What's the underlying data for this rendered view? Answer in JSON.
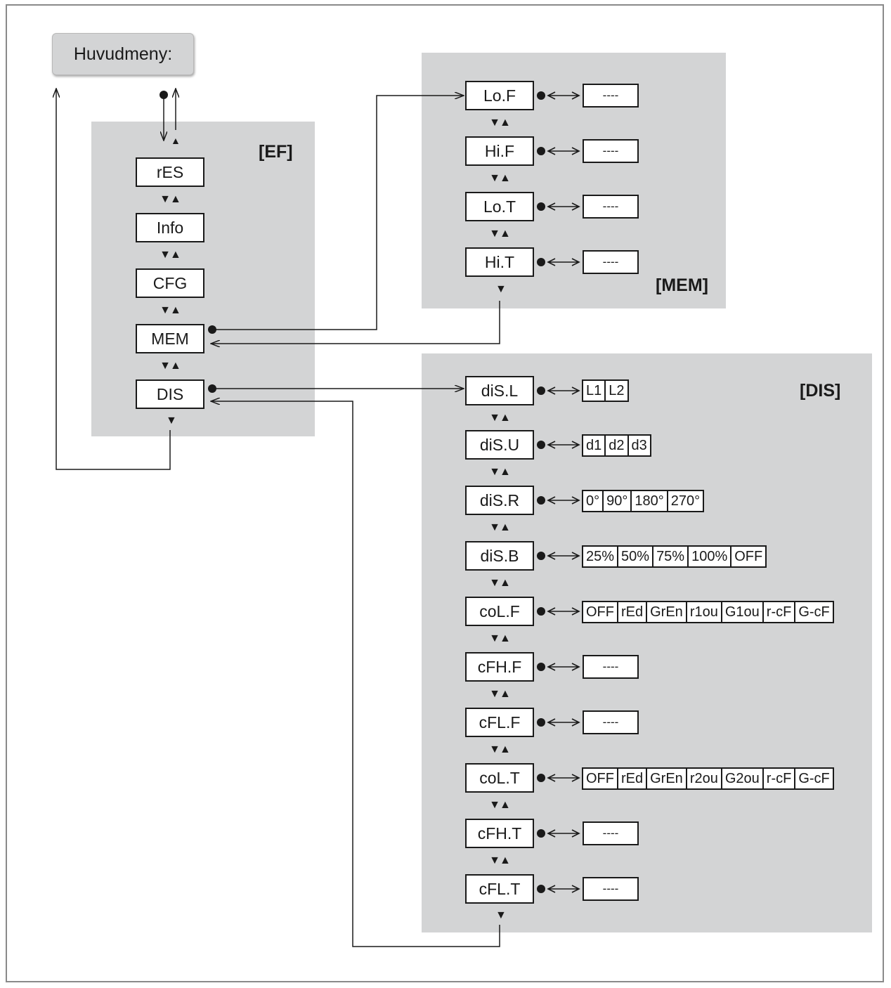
{
  "header": {
    "title": "Huvudmeny:"
  },
  "ef": {
    "label": "[EF]",
    "items": [
      "rES",
      "Info",
      "CFG",
      "MEM",
      "DIS"
    ]
  },
  "mem": {
    "label": "[MEM]",
    "items": [
      {
        "code": "Lo.F",
        "value": "----"
      },
      {
        "code": "Hi.F",
        "value": "----"
      },
      {
        "code": "Lo.T",
        "value": "----"
      },
      {
        "code": "Hi.T",
        "value": "----"
      }
    ]
  },
  "dis": {
    "label": "[DIS]",
    "items": [
      {
        "code": "diS.L",
        "options": [
          "L1",
          "L2"
        ]
      },
      {
        "code": "diS.U",
        "options": [
          "d1",
          "d2",
          "d3"
        ]
      },
      {
        "code": "diS.R",
        "options": [
          "0°",
          "90°",
          "180°",
          "270°"
        ]
      },
      {
        "code": "diS.B",
        "options": [
          "25%",
          "50%",
          "75%",
          "100%",
          "OFF"
        ]
      },
      {
        "code": "coL.F",
        "options": [
          "OFF",
          "rEd",
          "GrEn",
          "r1ou",
          "G1ou",
          "r-cF",
          "G-cF"
        ]
      },
      {
        "code": "cFH.F",
        "value": "----"
      },
      {
        "code": "cFL.F",
        "value": "----"
      },
      {
        "code": "coL.T",
        "options": [
          "OFF",
          "rEd",
          "GrEn",
          "r2ou",
          "G2ou",
          "r-cF",
          "G-cF"
        ]
      },
      {
        "code": "cFH.T",
        "value": "----"
      },
      {
        "code": "cFL.T",
        "value": "----"
      }
    ]
  },
  "symbols": {
    "updown": "▼▲",
    "down": "▼",
    "bidirectional": "<->"
  }
}
